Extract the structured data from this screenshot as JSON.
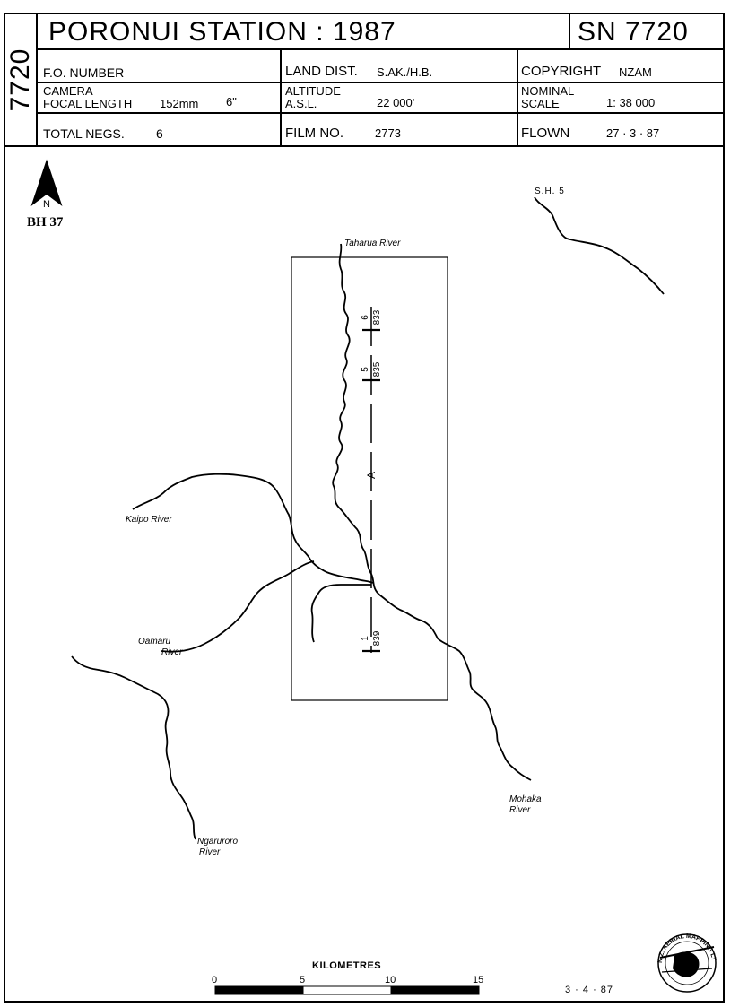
{
  "header": {
    "vertical_id": "7720",
    "title": "PORONUI STATION : 1987",
    "sn": "SN 7720",
    "fo_number_label": "F.O. NUMBER",
    "land_dist_label": "LAND DIST.",
    "land_dist_value": "S.AK./H.B.",
    "copyright_label": "COPYRIGHT",
    "copyright_value": "NZAM",
    "camera_label": "CAMERA",
    "focal_length_label": "FOCAL LENGTH",
    "focal_length_mm": "152mm",
    "focal_length_in": "6\"",
    "altitude_label": "ALTITUDE",
    "asl_label": "A.S.L.",
    "altitude_value": "22 000'",
    "nominal_label": "NOMINAL",
    "scale_label": "SCALE",
    "scale_value": "1: 38 000",
    "total_negs_label": "TOTAL NEGS.",
    "total_negs_value": "6",
    "film_no_label": "FILM NO.",
    "film_no_value": "2773",
    "flown_label": "FLOWN",
    "flown_value": "27 · 3 · 87"
  },
  "north": {
    "label": "N",
    "sheet": "BH 37"
  },
  "labels": {
    "sh5": "S.H. 5",
    "taharua": "Taharua River",
    "kaipo": "Kaipo River",
    "oamaru_1": "Oamaru",
    "oamaru_2": "River",
    "mohaka_1": "Mohaka",
    "mohaka_2": "River",
    "ngaruroro_1": "Ngaruroro",
    "ngaruroro_2": "River"
  },
  "flight_line": {
    "run": "A",
    "frames": [
      {
        "neg": "6",
        "frame": "833"
      },
      {
        "neg": "5",
        "frame": "835"
      },
      {
        "neg": "1",
        "frame": "839"
      }
    ]
  },
  "scalebar": {
    "title": "KILOMETRES",
    "ticks": [
      "0",
      "5",
      "10",
      "15"
    ]
  },
  "footer": {
    "date": "3 · 4 · 87"
  },
  "logo": {
    "text": "N.Z. AERIAL MAPPING LTD."
  }
}
